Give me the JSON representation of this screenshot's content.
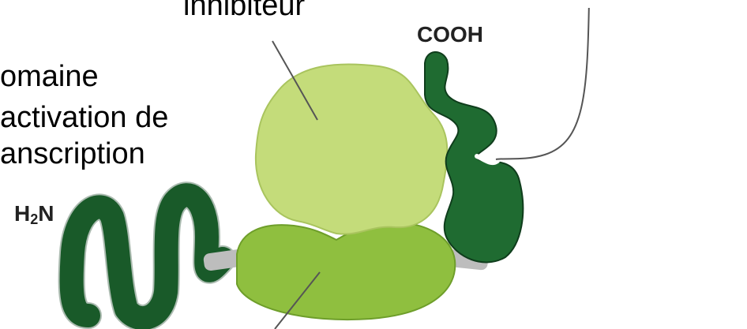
{
  "labels": {
    "inhibitor": "inhibiteur",
    "activation_domain_line1": "omaine",
    "activation_domain_line2": "activation de",
    "activation_domain_line3": "anscription",
    "cooh_terminus": "COOH",
    "n_terminus_h": "H",
    "n_terminus_sub": "2",
    "n_terminus_n": "N"
  },
  "colors": {
    "dark_green": "#1f6b31",
    "dark_green_outline": "#0f3d1c",
    "light_green": "#c4dc7a",
    "mid_green": "#8fbf3f",
    "linker_grey": "#bdbdbd",
    "pointer_line": "#555555"
  }
}
